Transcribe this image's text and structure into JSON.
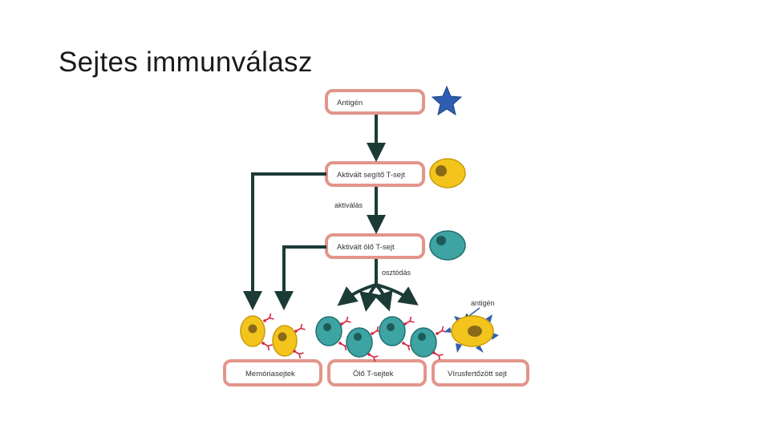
{
  "slide": {
    "title": "Sejtes immunválasz"
  },
  "diagram": {
    "boxes": {
      "antigen": "Antigén",
      "helper_t": "Aktivált segítő T-sejt",
      "killer_t": "Aktivált ölő T-sejt",
      "memory": "Memóriasejtek",
      "killer_cells": "Ölő T-sejtek",
      "infected": "Vírusfertőzött sejt"
    },
    "labels": {
      "activation": "aktiválás",
      "division": "osztódás",
      "antigen_pointer": "antigén"
    },
    "icons": [
      "star-icon",
      "helper-t-cell-icon",
      "killer-t-cell-icon",
      "memory-cell-icon",
      "virus-infected-cell-icon"
    ],
    "colors": {
      "box_border": "#e2958a",
      "arrow": "#1c3b36",
      "star": "#2f5db1",
      "helper_cell": "#f3c51c",
      "killer_cell": "#3ea3a3",
      "receptor": "#d8253f"
    }
  }
}
